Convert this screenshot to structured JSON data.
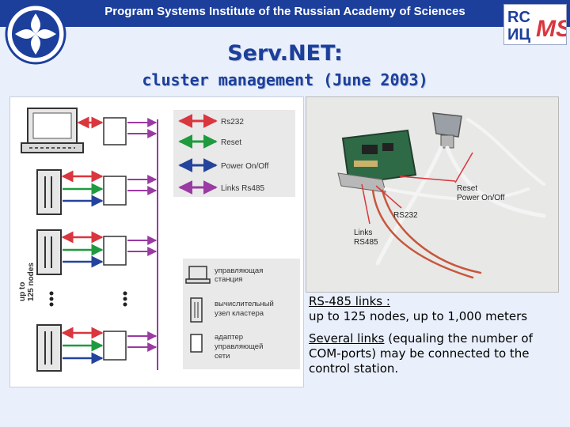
{
  "header": {
    "institute": "Program Systems Institute of the Russian Academy of Sciences",
    "logo_right_line1": "RC",
    "logo_right_line2": "ИЦ",
    "logo_right_mark": "MS",
    "accent_color": "#1c3f9c"
  },
  "slide": {
    "title": "Serv.NET:",
    "subtitle": "cluster management (June 2003)"
  },
  "diagram": {
    "vertical_label_line1": "up to",
    "vertical_label_line2": "125 nodes",
    "legend": [
      {
        "label": "Rs232",
        "color": "#d9363e"
      },
      {
        "label": "Reset",
        "color": "#1f9a3f"
      },
      {
        "label": "Power On/Off",
        "color": "#24439c"
      },
      {
        "label": "Links Rs485",
        "color": "#9a3aa3"
      }
    ],
    "symbols": [
      {
        "line1": "управляющая",
        "line2": "станция",
        "icon": "laptop-icon"
      },
      {
        "line1": "вычислительный",
        "line2": "узел кластера",
        "icon": "server-icon"
      },
      {
        "line1": "адаптер",
        "line2": "управляющей",
        "line3": "сети",
        "icon": "adapter-icon"
      }
    ]
  },
  "photo": {
    "label_reset": "Reset",
    "label_power": "Power On/Off",
    "label_rs232": "RS232",
    "label_links": "Links",
    "label_rs485": "RS485"
  },
  "description": {
    "rs485_label": "RS-485 links :",
    "rs485_text": "up to 125 nodes, up to 1,000 meters",
    "several_label": "Several links",
    "several_text": " (equaling the number of COM-ports) may be connected to the control station."
  }
}
